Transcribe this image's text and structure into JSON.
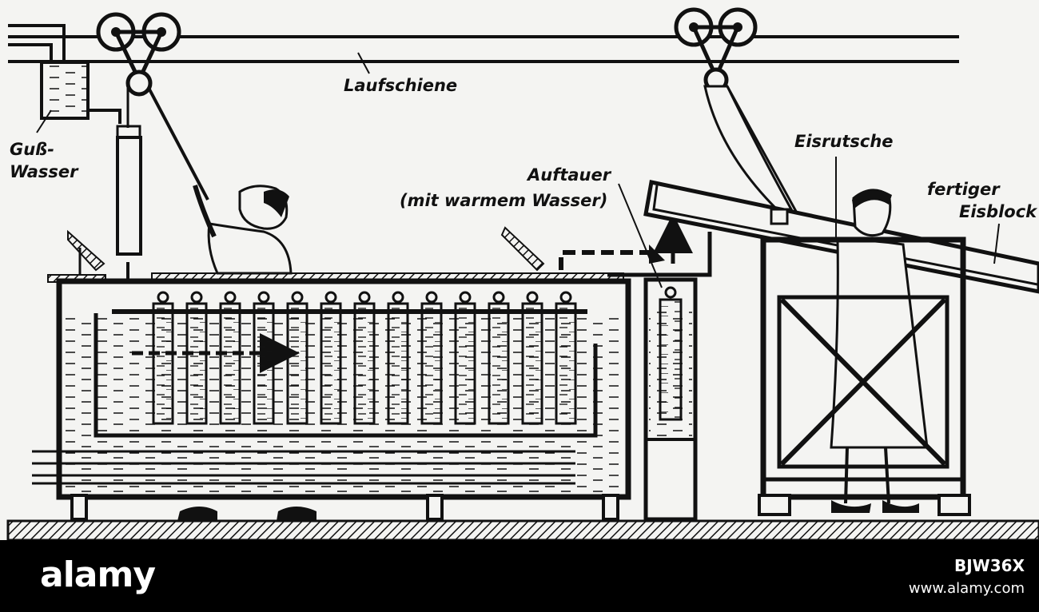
{
  "labels": {
    "rail": "Laufschiene",
    "casting_water_1": "Guß-",
    "casting_water_2": "Wasser",
    "thawer_1": "Auftauer",
    "thawer_2": "(mit warmem Wasser)",
    "ice_chute": "Eisrutsche",
    "finished_block_1": "fertiger",
    "finished_block_2": "Eisblock"
  },
  "watermark": {
    "logo": "alamy",
    "image_id": "BJW36X",
    "url": "www.alamy.com"
  },
  "colors": {
    "ink": "#111111",
    "paper": "#f4f4f2",
    "footer": "#000000"
  }
}
